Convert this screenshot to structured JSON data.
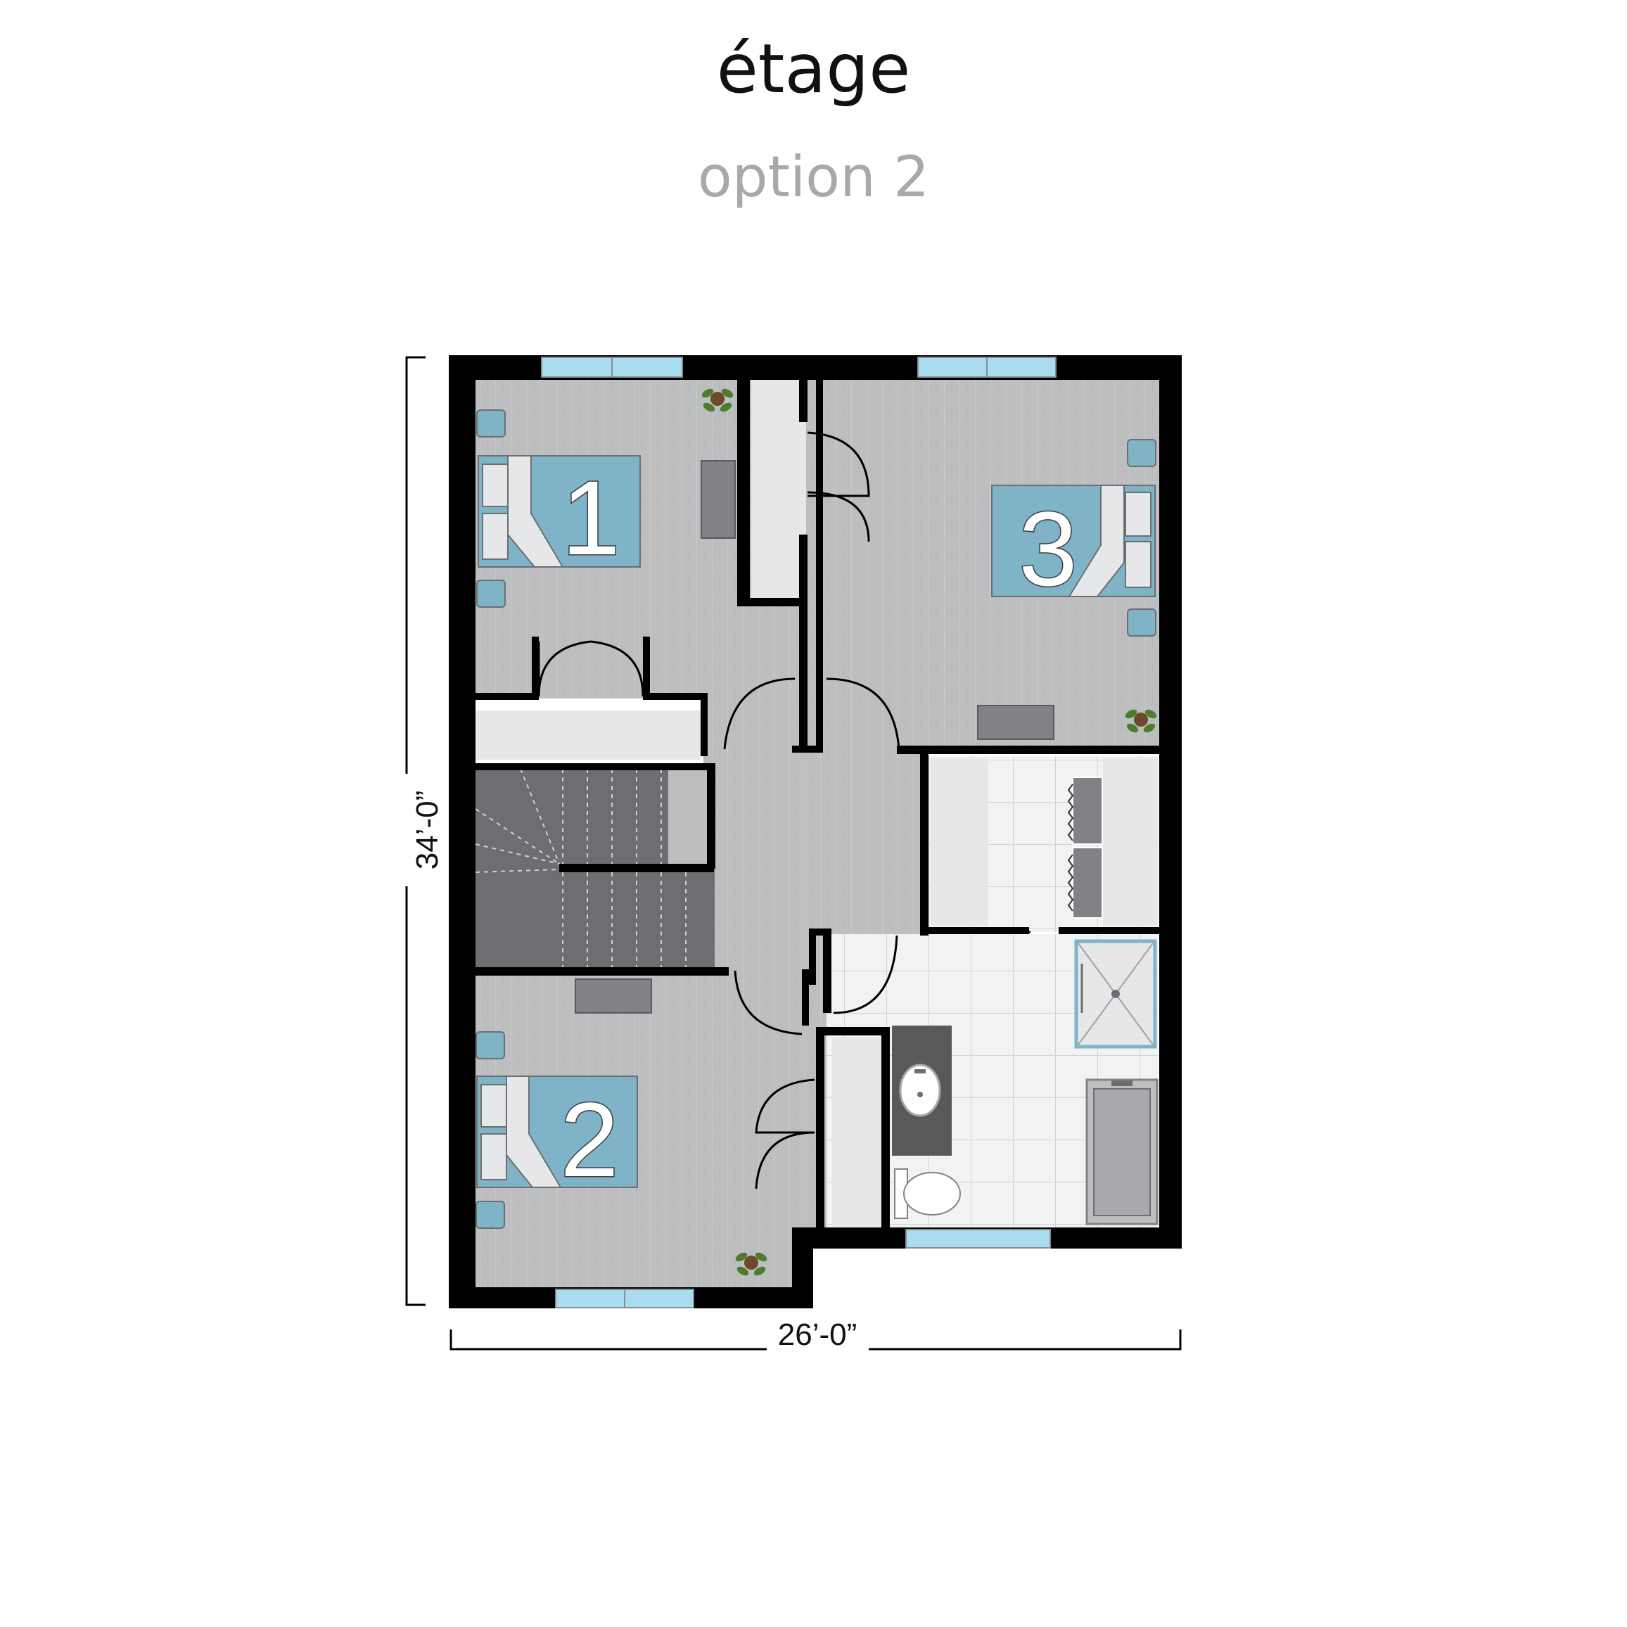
{
  "header": {
    "title": "étage",
    "subtitle": "option 2"
  },
  "dimensions": {
    "height": "34’-0”",
    "width": "26’-0”"
  },
  "rooms": [
    {
      "label": "1"
    },
    {
      "label": "2"
    },
    {
      "label": "3"
    }
  ],
  "colors": {
    "wall": "#000000",
    "floor": "#bcbec0",
    "floor_lines": "#c9cbcd",
    "bed": "#7fb3c8",
    "closet": "#e6e7e8",
    "stairs": "#6d6e71",
    "tile": "#f1f2f2",
    "window": "#a9dcef",
    "vanity": "#58595b"
  }
}
